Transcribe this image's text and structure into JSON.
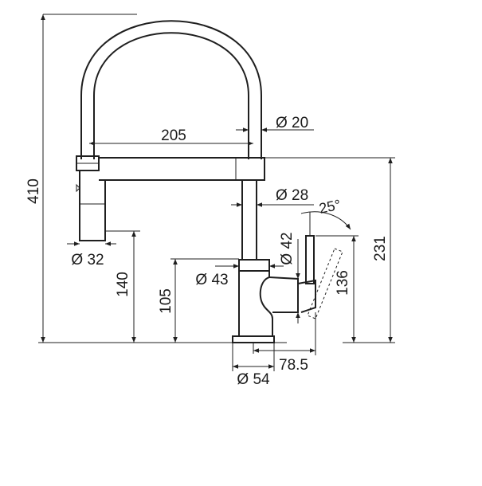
{
  "drawing": {
    "subject": "kitchen faucet dimension drawing",
    "line_color": "#1f1f1f",
    "background": "#ffffff"
  },
  "dimensions": {
    "total_height": "410",
    "spout_reach": "205",
    "hose_diameter": "Ø 20",
    "body_diameter": "Ø 28",
    "handle_diameter": "Ø 42",
    "spray_head_diameter": "Ø 32",
    "spray_head_height": "140",
    "lever_height": "105",
    "base_diameter": "Ø 43",
    "spout_height": "231",
    "handle_height": "136",
    "handle_reach": "78.5",
    "mount_diameter": "Ø 54",
    "handle_angle": "25°"
  }
}
